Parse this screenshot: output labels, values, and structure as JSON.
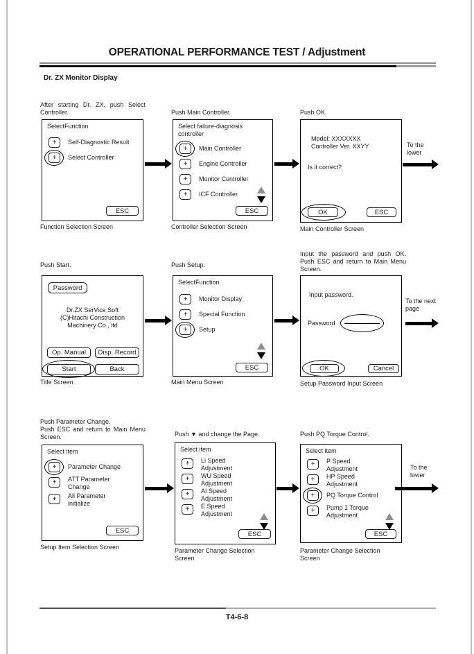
{
  "icons": {
    "plus": "+"
  },
  "header": {
    "title": "OPERATIONAL PERFORMANCE TEST / Adjustment",
    "section": "Dr. ZX Monitor Display"
  },
  "footer": {
    "page_number": "T4-6-8"
  },
  "flow": {
    "row1": {
      "function_selection": {
        "instruction": "After starting Dr. ZX, push Select Controller.",
        "title": "SelectFunction",
        "item1": "Self-Diagnostic Result",
        "item2": "Select Controller",
        "esc": "ESC",
        "caption": "Function Selection Screen"
      },
      "controller_selection": {
        "instruction": "Push Main Controller.",
        "title": "Select failure-diagnosis controller",
        "item1": "Main Controller",
        "item2": "Engine Controller",
        "item3": "Monitor Controller",
        "item4": "ICF Controller",
        "esc": "ESC",
        "caption": "Controller Selection Screen"
      },
      "main_controller": {
        "instruction": "Push OK.",
        "model": "Model: XXXXXXX",
        "version": "Controller Ver. XXYY",
        "question": "Is it correct?",
        "ok": "OK",
        "esc": "ESC",
        "caption": "Main Controller Screen"
      },
      "note": "To the lower"
    },
    "row2": {
      "title_screen": {
        "instruction": "Push Start.",
        "password": "Password",
        "soft_line1": "Dr.ZX SerVice Soft",
        "soft_line2": "(C)Hitachi Construction",
        "soft_line3": "Machinery Co., ltd",
        "op_manual": "Op. Manual",
        "disp_record": "Disp. Record",
        "start": "Start",
        "back": "Back",
        "caption": "Title Screen"
      },
      "main_menu": {
        "instruction": "Push Setup.",
        "title": "SelectFunction",
        "item1": "Monitor Display",
        "item2": "Special Function",
        "item3": "Setup",
        "esc": "ESC",
        "caption": "Main Menu Screen"
      },
      "password_input": {
        "instruction": "Input the password and push OK. Push ESC and return to Main Menu Screen.",
        "prompt": "Input password.",
        "password_label": "Password",
        "ok": "OK",
        "cancel": "Cancel",
        "caption": "Setup Password Input Screen"
      },
      "note": "To the next page"
    },
    "row3": {
      "setup_item": {
        "instruction_line1": "Push Parameter Change.",
        "instruction_line2": "Push ESC and return to Main Menu Screen.",
        "title": "Select item",
        "item1": "Parameter Change",
        "item2": "ATT Parameter Change",
        "item3": "All Parameter initialize",
        "esc": "ESC",
        "caption": "Setup Item Selection Screen"
      },
      "param_change_page1": {
        "instruction": "Push ▼ and change the Page.",
        "title": "Select item",
        "item1": "Li Speed Adjustment",
        "item2": "WU Speed Adjustment",
        "item3": "AI Speed Adjustment",
        "item4": "E Speed Adjustment",
        "esc": "ESC",
        "caption": "Parameter Change Selection Screen"
      },
      "param_change_page2": {
        "instruction": "Push PQ Torque Control.",
        "title": "Select item",
        "item1": "P Speed Adjustment",
        "item2": "HP Speed Adjustment",
        "item3": "PQ Torque Control",
        "item4": "Pump 1 Torque Adjustment",
        "esc": "ESC",
        "caption": "Parameter Change Selection Screen"
      },
      "note": "To the lower"
    }
  }
}
